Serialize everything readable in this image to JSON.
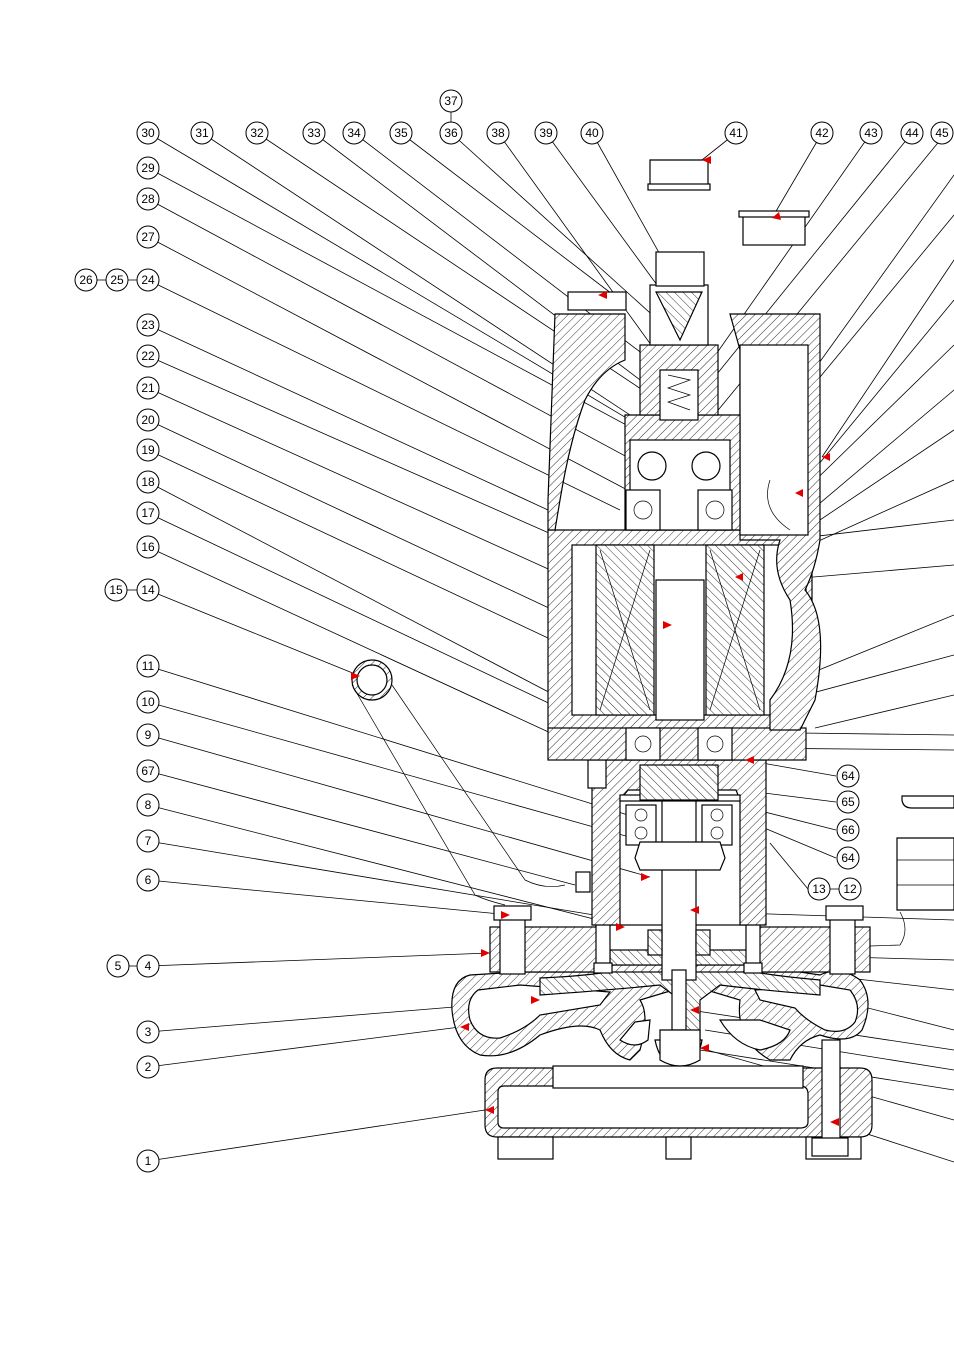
{
  "callouts": {
    "c1": "1",
    "c2": "2",
    "c3": "3",
    "c4": "4",
    "c5": "5",
    "c6": "6",
    "c7": "7",
    "c8": "8",
    "c9": "9",
    "c10": "10",
    "c11": "11",
    "c12": "12",
    "c13": "13",
    "c14": "14",
    "c15": "15",
    "c16": "16",
    "c17": "17",
    "c18": "18",
    "c19": "19",
    "c20": "20",
    "c21": "21",
    "c22": "22",
    "c23": "23",
    "c24": "24",
    "c25": "25",
    "c26": "26",
    "c27": "27",
    "c28": "28",
    "c29": "29",
    "c30": "30",
    "c31": "31",
    "c32": "32",
    "c33": "33",
    "c34": "34",
    "c35": "35",
    "c36": "36",
    "c37": "37",
    "c38": "38",
    "c39": "39",
    "c40": "40",
    "c41": "41",
    "c42": "42",
    "c43": "43",
    "c44": "44",
    "c45": "45",
    "c64a": "64",
    "c65": "65",
    "c66": "66",
    "c64b": "64",
    "c67": "67"
  },
  "colors": {
    "line": "#000000",
    "arrow": "#e00000",
    "background": "#ffffff"
  }
}
